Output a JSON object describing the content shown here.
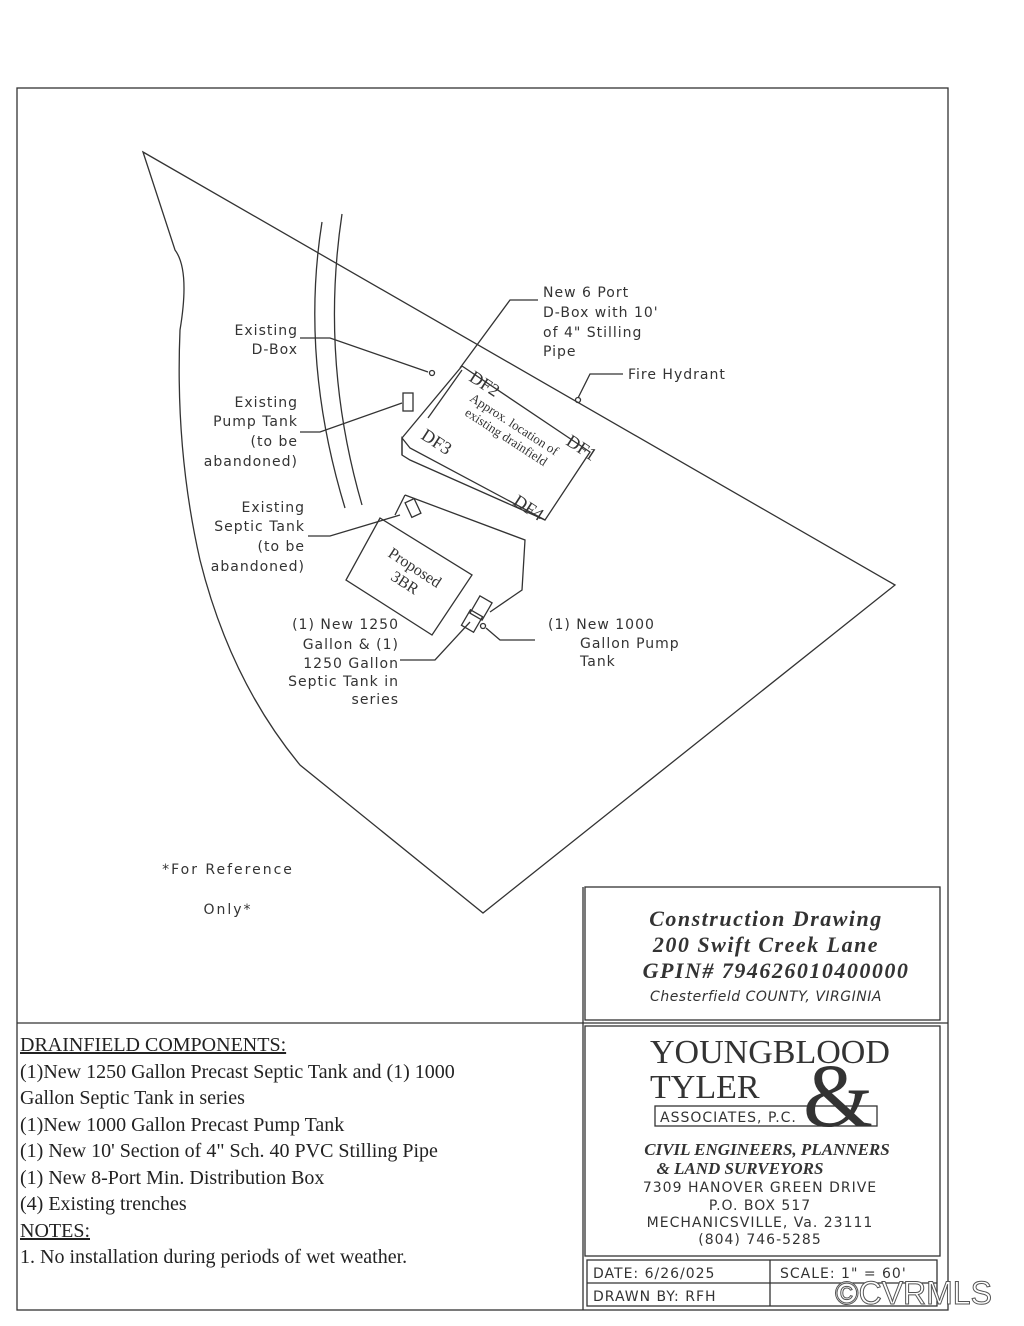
{
  "drawing": {
    "labels": {
      "existing_dbox": [
        "Existing",
        "D-Box"
      ],
      "existing_pump_tank": [
        "Existing",
        "Pump Tank",
        "(to be",
        "abandoned)"
      ],
      "existing_septic_tank": [
        "Existing",
        "Septic Tank",
        "(to be",
        "abandoned)"
      ],
      "new_dbox": [
        "New 6 Port",
        "D-Box with 10'",
        "of 4\" Stilling",
        "Pipe"
      ],
      "fire_hydrant": "Fire Hydrant",
      "drainfield": [
        "Approx. location of",
        "existing drainfield"
      ],
      "df1": "DF1",
      "df2": "DF2",
      "df3": "DF3",
      "df4": "DF4",
      "house": [
        "Proposed",
        "3BR"
      ],
      "new_septic_tanks": [
        "(1) New 1250",
        "Gallon & (1)",
        "1250 Gallon",
        "Septic Tank in",
        "series"
      ],
      "new_pump_tank": [
        "(1) New 1000",
        "Gallon Pump",
        "Tank"
      ],
      "reference": [
        "*For Reference",
        "Only*"
      ]
    }
  },
  "title_block": {
    "line1": "Construction Drawing",
    "line2": "200 Swift Creek Lane",
    "line3": "GPIN# 794626010400000",
    "line4": "Chesterfield COUNTY, VIRGINIA"
  },
  "company": {
    "name1": "YOUNGBLOOD",
    "name2": "TYLER",
    "ampersand": "&",
    "assoc": "ASSOCIATES, P.C.",
    "tagline1": "CIVIL ENGINEERS, PLANNERS",
    "tagline2": "& LAND SURVEYORS",
    "address1": "7309 HANOVER GREEN DRIVE",
    "address2": "P.O. BOX 517",
    "address3": "MECHANICSVILLE, Va. 23111",
    "phone": "(804) 746-5285"
  },
  "footer": {
    "date": "DATE: 6/26/025",
    "scale": "SCALE: 1\" = 60'",
    "drawn_by": "DRAWN BY: RFH"
  },
  "components": {
    "heading": "DRAINFIELD COMPONENTS:",
    "items": [
      "(1)New 1250 Gallon Precast Septic Tank and (1) 1000",
      "Gallon Septic Tank in series",
      "(1)New 1000 Gallon Precast Pump Tank",
      "(1) New 10' Section of 4\" Sch. 40 PVC Stilling Pipe",
      "(1) New 8-Port Min. Distribution Box",
      "(4) Existing trenches"
    ],
    "notes_heading": "NOTES:",
    "notes": [
      "1. No installation during periods of wet weather."
    ]
  },
  "watermark": "©CVRMLS"
}
